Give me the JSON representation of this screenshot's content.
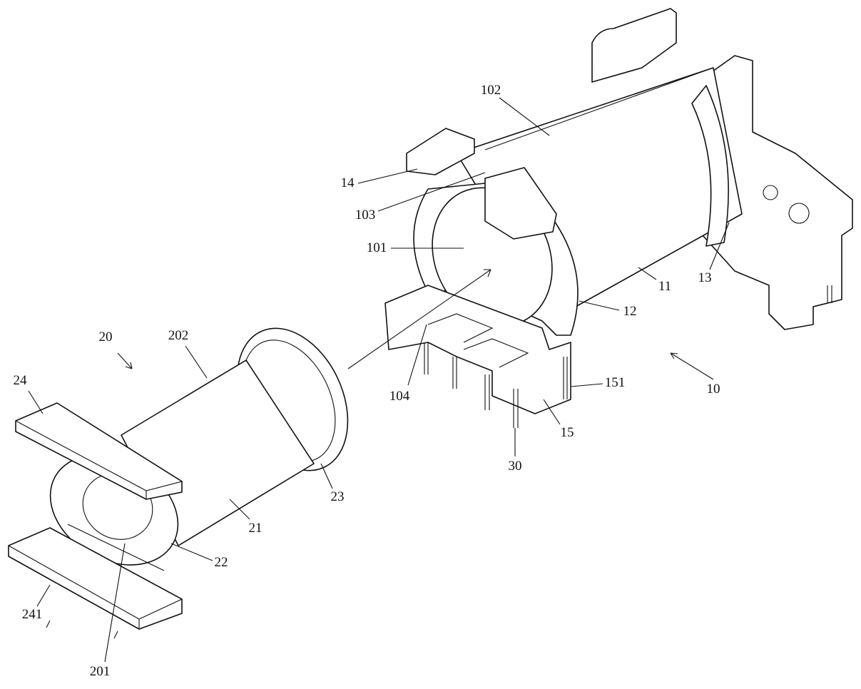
{
  "figure": {
    "labels": {
      "l102": "102",
      "l14": "14",
      "l103": "103",
      "l101": "101",
      "l11": "11",
      "l13": "13",
      "l12": "12",
      "l20": "20",
      "l202": "202",
      "l10": "10",
      "l104": "104",
      "l151": "151",
      "l15": "15",
      "l30": "30",
      "l24": "24",
      "l23": "23",
      "l21": "21",
      "l22": "22",
      "l241": "241",
      "l201": "201"
    }
  }
}
